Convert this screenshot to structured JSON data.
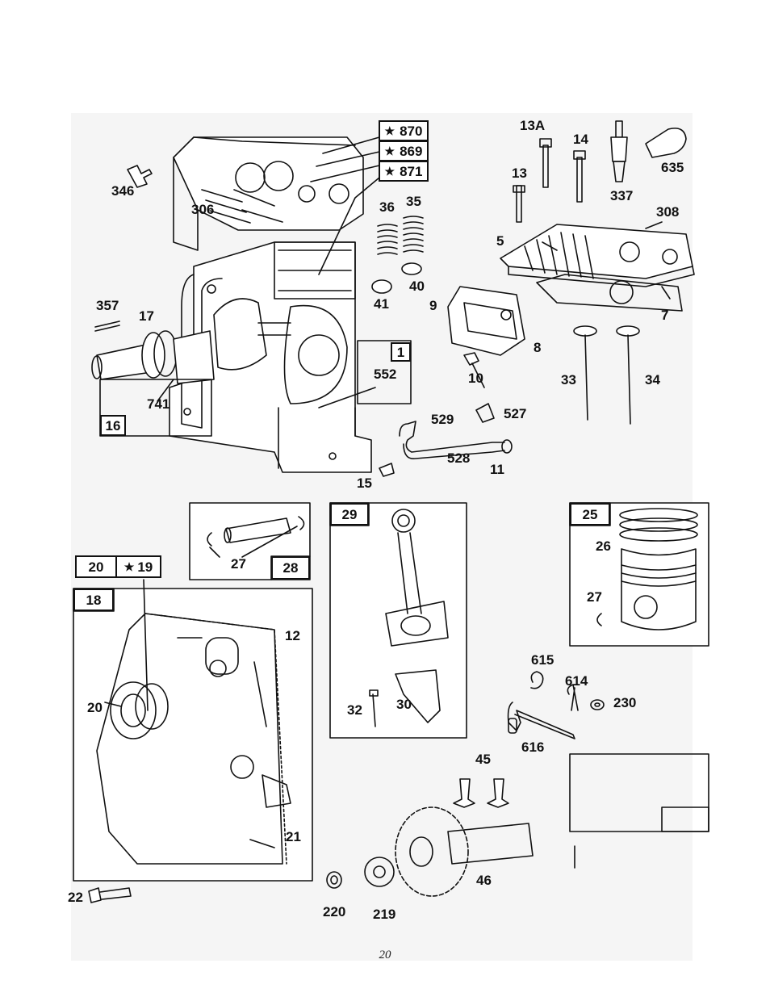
{
  "parts": {
    "p870": "870",
    "p869": "869",
    "p871": "871",
    "p13A": "13A",
    "p14": "14",
    "p635": "635",
    "p13": "13",
    "p337": "337",
    "p308": "308",
    "p346": "346",
    "p306": "306",
    "p36": "36",
    "p35": "35",
    "p5": "5",
    "p41": "41",
    "p40": "40",
    "p9": "9",
    "p7": "7",
    "p357": "357",
    "p17": "17",
    "p1": "1",
    "p8": "8",
    "p552": "552",
    "p10": "10",
    "p33": "33",
    "p34": "34",
    "p741": "741",
    "p529": "529",
    "p527": "527",
    "p16": "16",
    "p528": "528",
    "p11": "11",
    "p15": "15",
    "p29": "29",
    "p25": "25",
    "p26": "26",
    "p27a": "27",
    "p28": "28",
    "p27b": "27",
    "p20box": "20",
    "p19": "19",
    "p18": "18",
    "p12": "12",
    "p20": "20",
    "p615": "615",
    "p614": "614",
    "p230": "230",
    "p32": "32",
    "p30": "30",
    "p616": "616",
    "p45": "45",
    "p21": "21",
    "p46": "46",
    "p22": "22",
    "p220": "220",
    "p219": "219"
  },
  "star_symbol": "★",
  "page_number": "20"
}
